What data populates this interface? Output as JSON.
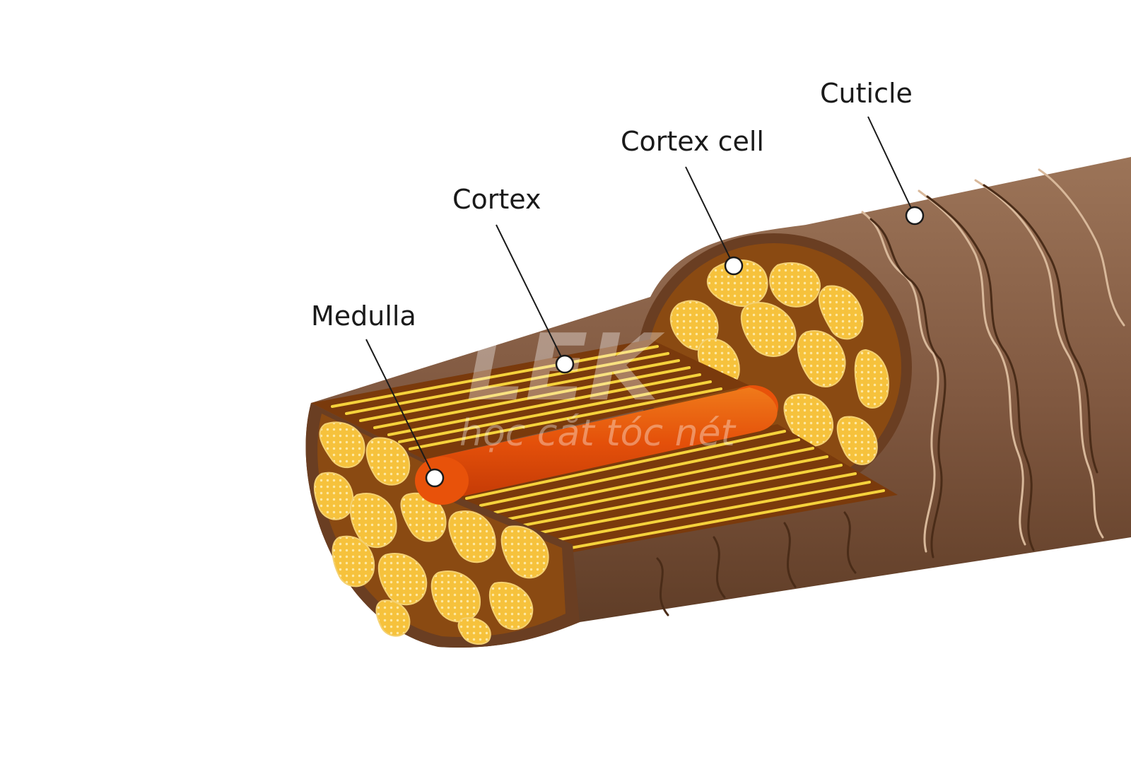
{
  "labels": {
    "cuticle": "Cuticle",
    "cortex_cell": "Cortex cell",
    "cortex": "Cortex",
    "medulla": "Medulla"
  },
  "watermark": {
    "brand": "LEK",
    "tagline": "học cắt tóc nét"
  },
  "colors": {
    "cuticle": "#7a5238",
    "cuticle_light": "#a07a5c",
    "cortex_cell_fill": "#f7c540",
    "cortex_matrix": "#8a4a12",
    "cortex_fiber": "#f5d23c",
    "medulla": "#e8520a"
  }
}
